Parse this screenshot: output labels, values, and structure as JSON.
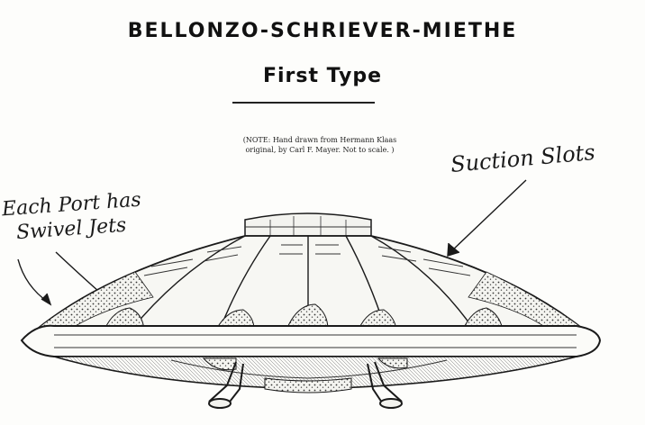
{
  "header": {
    "title": "BELLONZO-SCHRIEVER-MIETHE",
    "subtitle": "First Type"
  },
  "note": {
    "line1": "(NOTE: Hand drawn from Hermann Klaas",
    "line2": "original, by Carl F. Mayer. Not to scale. )"
  },
  "callouts": {
    "ports_line1": "Each Port has",
    "ports_line2": "Swivel Jets",
    "slots": "Suction Slots"
  }
}
